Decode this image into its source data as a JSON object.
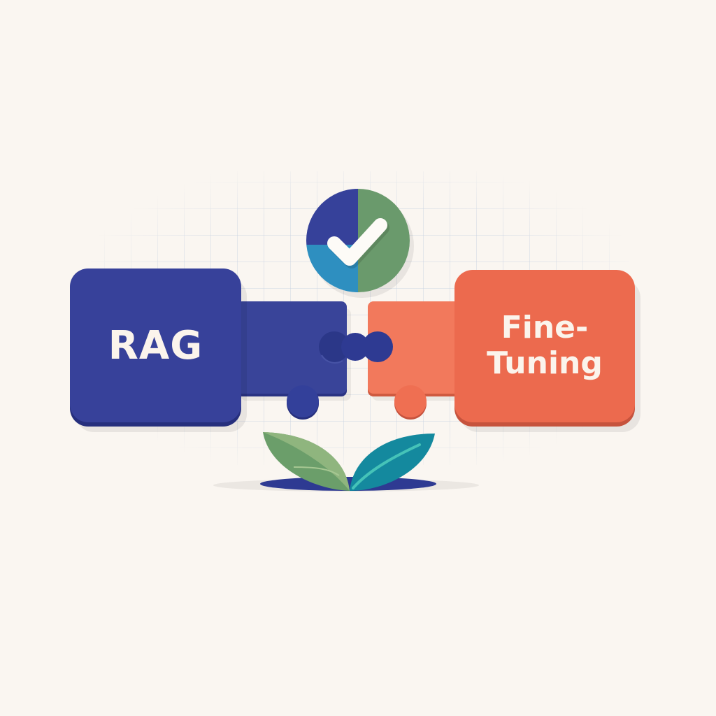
{
  "diagram": {
    "left_block": {
      "label": "RAG",
      "color": "#37419a"
    },
    "right_block": {
      "label_line1": "Fine-",
      "label_line2": "Tuning",
      "color": "#ec6a4e"
    },
    "connector": {
      "description": "interlocking puzzle pieces joining RAG and Fine-Tuning"
    },
    "badge": {
      "icon": "check-icon",
      "quadrant_colors": [
        "#36419a",
        "#2e8fc0",
        "#6a9a6c"
      ]
    },
    "sprout": {
      "icon": "leaf-sprout-icon",
      "leaf_colors": [
        "#6b9e6a",
        "#14899e"
      ]
    },
    "background_color": "#faf6f1"
  }
}
